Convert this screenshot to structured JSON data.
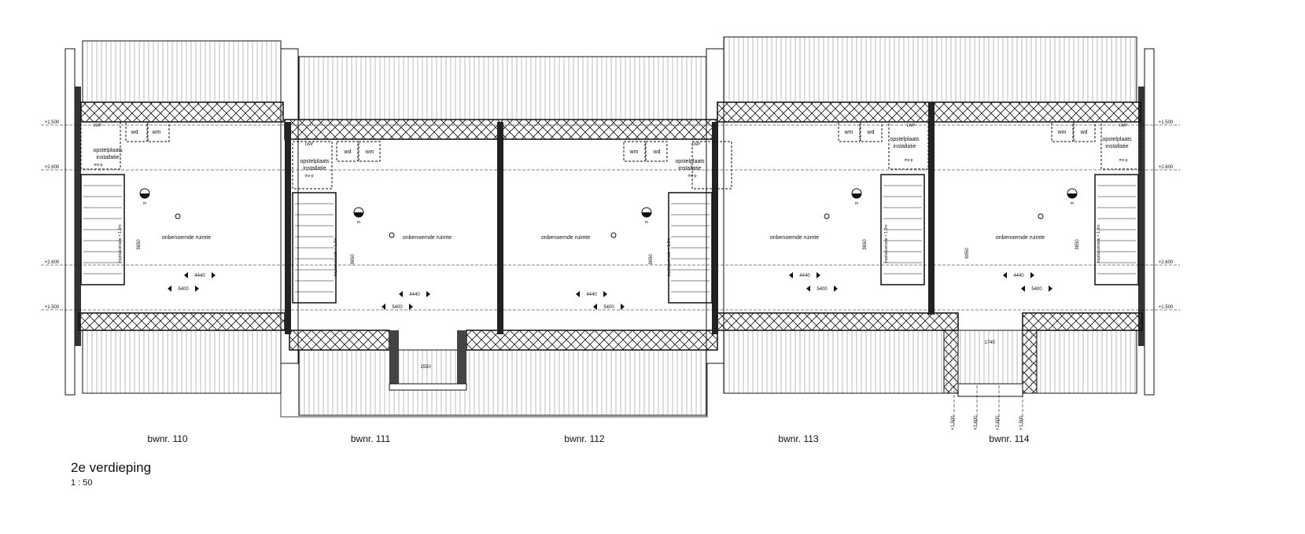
{
  "drawing": {
    "title": "2e verdieping",
    "scale": "1 : 50",
    "levels": {
      "l1500": "+1.500",
      "l2600": "+2.600"
    },
    "bottom_levels": [
      "+1.500",
      "+2.600",
      "+2.600",
      "+1.500"
    ]
  },
  "units": [
    {
      "name": "bwnr. 110",
      "wd": "wd",
      "wm": "wm",
      "lwp": "LWP",
      "opstel1": "opstelplaats",
      "opstel2": "installatie",
      "mvp": "mv-p",
      "m": "m",
      "room": "onbenoemde ruimte",
      "depth": "3650",
      "w1": "4440",
      "w2": "5400",
      "rail": "trapbalustrade = 1,0m"
    },
    {
      "name": "bwnr. 111",
      "wd": "wd",
      "wm": "wm",
      "lwp": "LWP",
      "opstel1": "opstelplaats",
      "opstel2": "installatie",
      "mvp": "mv-p",
      "m": "m",
      "room": "onbenoemde ruimte",
      "depth": "3650",
      "w1": "4440",
      "w2": "5400",
      "rail": "trapbalustrade = 1,0m",
      "dormer": "1550"
    },
    {
      "name": "bwnr. 112",
      "wd": "wd",
      "wm": "wm",
      "lwp": "LWP",
      "opstel1": "opstelplaats",
      "opstel2": "installatie",
      "mvp": "mv-p",
      "m": "m",
      "room": "onbenoemde ruimte",
      "depth": "3650",
      "w1": "4440",
      "w2": "5400",
      "rail": "trapbalustrade = 1,0m"
    },
    {
      "name": "bwnr. 113",
      "wd": "wd",
      "wm": "wm",
      "lwp": "LWP",
      "opstel1": "opstelplaats",
      "opstel2": "installatie",
      "mvp": "mv-p",
      "m": "m",
      "room": "onbenoemde ruimte",
      "depth": "3650",
      "w1": "4440",
      "w2": "5400",
      "rail": "trapbalustrade = 1,0m"
    },
    {
      "name": "bwnr. 114",
      "wd": "wd",
      "wm": "wm",
      "lwp": "LWP",
      "opstel1": "opstelplaats",
      "opstel2": "installatie",
      "mvp": "mv-p",
      "m": "m",
      "room": "onbenoemde ruimte",
      "depth": "3650",
      "depth2": "6950",
      "w1": "4440",
      "w2": "5400",
      "rail": "trapbalustrade = 1,0m",
      "entrance": "1740"
    }
  ],
  "colors": {
    "line": "#111111",
    "wall": "#222222",
    "dash": "#333333"
  }
}
